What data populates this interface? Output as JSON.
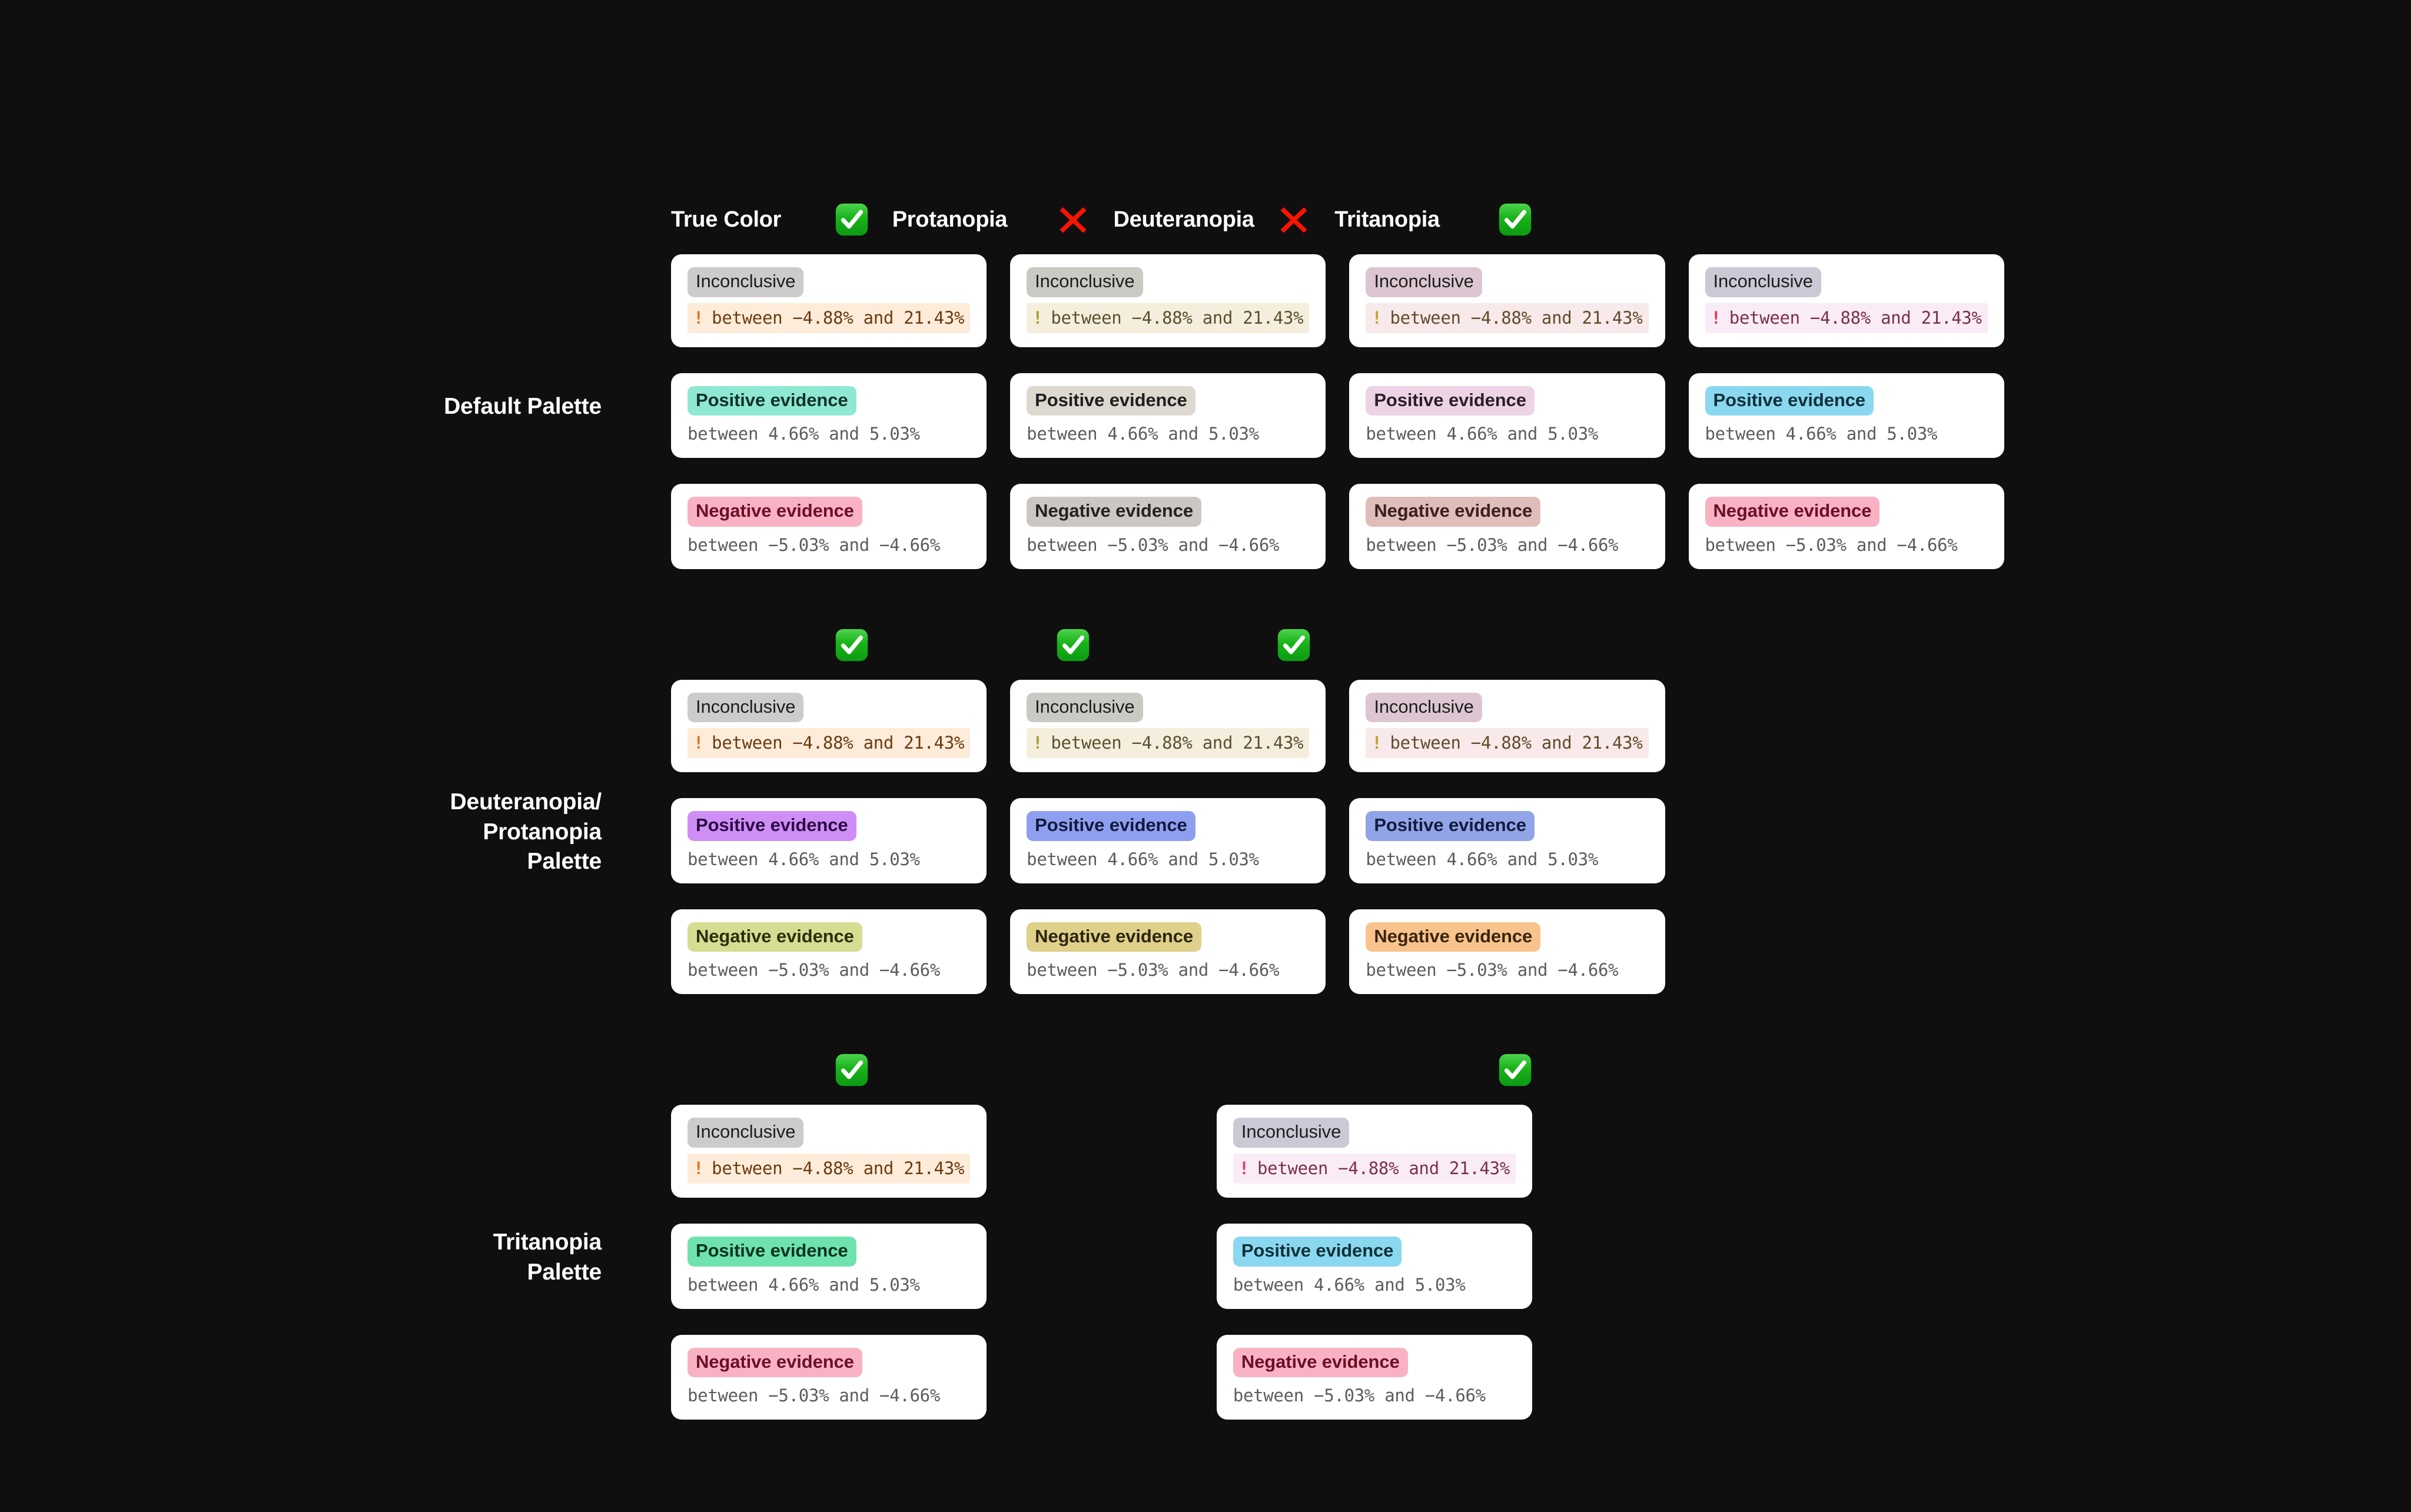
{
  "background": "#0f0f0f",
  "columns": [
    {
      "label": "True Color"
    },
    {
      "label": "Protanopia"
    },
    {
      "label": "Deuteranopia"
    },
    {
      "label": "Tritanopia"
    }
  ],
  "labels": {
    "inconclusive": "Inconclusive",
    "positive": "Positive evidence",
    "negative": "Negative evidence",
    "range_inconclusive": "between −4.88% and 21.43%",
    "range_positive": "between 4.66% and 5.03%",
    "range_negative": "between −5.03% and −4.66%",
    "bang": "!"
  },
  "icons": {
    "pass": "check-mark-button",
    "fail": "cross-mark"
  },
  "rows": [
    {
      "name": "Default Palette",
      "label": "Default Palette",
      "statuses": [
        "pass",
        "fail",
        "fail",
        "pass"
      ],
      "cells": [
        {
          "present": true,
          "inconclusive_badge_bg": "#cccccc",
          "inconclusive_badge_fg": "#1d1d1d",
          "callout_bg": "#fdecd9",
          "callout_fg": "#6b3b12",
          "bang_fg": "#e8721d",
          "positive_bg": "#8ee8d2",
          "positive_fg": "#12322a",
          "negative_bg": "#f9b2c3",
          "negative_fg": "#6d0f28"
        },
        {
          "present": true,
          "inconclusive_badge_bg": "#cbc9c3",
          "inconclusive_badge_fg": "#1d1d1d",
          "callout_bg": "#f6eedd",
          "callout_fg": "#59512f",
          "bang_fg": "#a3a12c",
          "positive_bg": "#ddd8d0",
          "positive_fg": "#1f1f1f",
          "negative_bg": "#cdc7c4",
          "negative_fg": "#262224"
        },
        {
          "present": true,
          "inconclusive_badge_bg": "#dcc6d1",
          "inconclusive_badge_fg": "#1d1d1d",
          "callout_bg": "#f8e9ea",
          "callout_fg": "#5f4b2a",
          "bang_fg": "#b8a62e",
          "positive_bg": "#ecd4e5",
          "positive_fg": "#2a1f2a",
          "negative_bg": "#dfbdb9",
          "negative_fg": "#3a201f"
        },
        {
          "present": true,
          "inconclusive_badge_bg": "#cbc9d6",
          "inconclusive_badge_fg": "#1d1d1d",
          "callout_bg": "#f9ecf6",
          "callout_fg": "#7a3048",
          "bang_fg": "#e23a5e",
          "positive_bg": "#8ad8ef",
          "positive_fg": "#11303a",
          "negative_bg": "#f9b2c3",
          "negative_fg": "#6d0f28"
        }
      ]
    },
    {
      "name": "Deuteranopia/Protanopia Palette",
      "label": "Deuteranopia/\nProtanopia\nPalette",
      "statuses": [
        "pass",
        "pass",
        "pass",
        null
      ],
      "cells": [
        {
          "present": true,
          "inconclusive_badge_bg": "#cccccc",
          "inconclusive_badge_fg": "#1d1d1d",
          "callout_bg": "#fdecd9",
          "callout_fg": "#6b3b12",
          "bang_fg": "#e8721d",
          "positive_bg": "#cf8ef5",
          "positive_fg": "#2b0b45",
          "negative_bg": "#d5dd92",
          "negative_fg": "#2c2f0c"
        },
        {
          "present": true,
          "inconclusive_badge_bg": "#cbc9c3",
          "inconclusive_badge_fg": "#1d1d1d",
          "callout_bg": "#f6eedd",
          "callout_fg": "#59512f",
          "bang_fg": "#a3a12c",
          "positive_bg": "#8f9ff0",
          "positive_fg": "#111a3d",
          "negative_bg": "#dfd08a",
          "negative_fg": "#2c2611"
        },
        {
          "present": true,
          "inconclusive_badge_bg": "#dcc6d1",
          "inconclusive_badge_fg": "#1d1d1d",
          "callout_bg": "#f8e9ea",
          "callout_fg": "#5f4b2a",
          "bang_fg": "#b8a62e",
          "positive_bg": "#91a4e8",
          "positive_fg": "#131c3c",
          "negative_bg": "#f8c48b",
          "negative_fg": "#3a2410"
        },
        {
          "present": false
        }
      ]
    },
    {
      "name": "Tritanopia Palette",
      "label": "Tritanopia\nPalette",
      "statuses": [
        "pass",
        null,
        null,
        "pass"
      ],
      "cells": [
        {
          "present": true,
          "inconclusive_badge_bg": "#cccccc",
          "inconclusive_badge_fg": "#1d1d1d",
          "callout_bg": "#fdecd9",
          "callout_fg": "#6b3b12",
          "bang_fg": "#e8721d",
          "positive_bg": "#6fe3ad",
          "positive_fg": "#0d3321",
          "negative_bg": "#f9b2c3",
          "negative_fg": "#6d0f28"
        },
        {
          "present": false
        },
        {
          "present": false
        },
        {
          "present": true,
          "inconclusive_badge_bg": "#cbc9d6",
          "inconclusive_badge_fg": "#1d1d1d",
          "callout_bg": "#f9ecf6",
          "callout_fg": "#7a3048",
          "bang_fg": "#e23a5e",
          "positive_bg": "#8ad8ef",
          "positive_fg": "#11303a",
          "negative_bg": "#f9b2c3",
          "negative_fg": "#6d0f28"
        }
      ]
    }
  ]
}
